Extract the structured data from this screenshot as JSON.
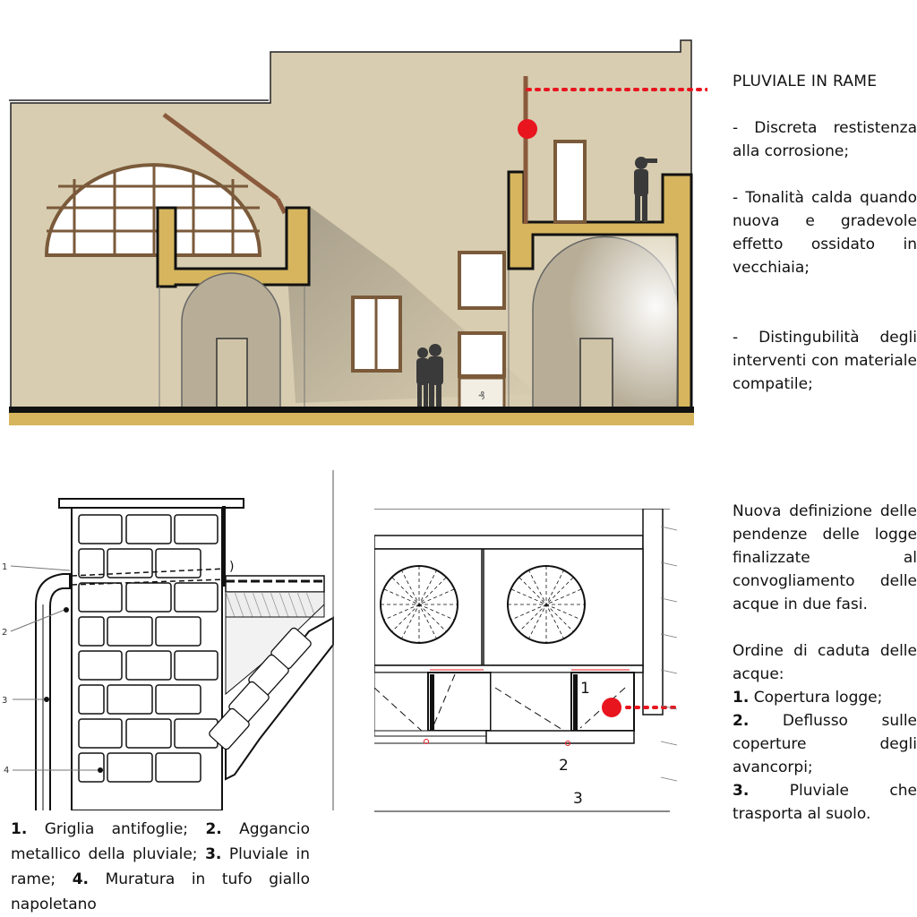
{
  "top_panel": {
    "heading": "PLUVIALE IN RAME",
    "points": [
      "- Discreta restistenza alla corrosione;",
      "- Tonalità calda quando nuova e gradevole effetto ossidato in vecchiaia;",
      "- Distingubilità degli interventi con materiale compatile;"
    ]
  },
  "detail_section": {
    "markers": [
      "1",
      "2",
      "3",
      "4"
    ],
    "caption_items": [
      {
        "num": "1.",
        "text": "Griglia antifoglie;"
      },
      {
        "num": "2.",
        "text": "Aggancio metallico della pluviale;"
      },
      {
        "num": "3.",
        "text": "Pluviale in rame;"
      },
      {
        "num": "4.",
        "text": "Muratura in tufo giallo napoletano"
      }
    ]
  },
  "plan": {
    "markers": [
      "1",
      "2",
      "3"
    ]
  },
  "right_text": {
    "paragraph": "Nuova definizione delle pendenze delle logge finalizzate al convogliamento delle acque in due fasi.",
    "order_title": "Ordine di caduta delle acque:",
    "steps": [
      {
        "num": "1.",
        "text": "Copertura logge;"
      },
      {
        "num": "2.",
        "text": "Deflusso sulle coperture degli avancorpi;"
      },
      {
        "num": "3.",
        "text": "Pluviale che trasporta al suolo."
      }
    ]
  },
  "colors": {
    "wall": "#d8cdb0",
    "tufo": "#d6b55e",
    "accent_red": "#e8141e",
    "outline": "#111111"
  }
}
